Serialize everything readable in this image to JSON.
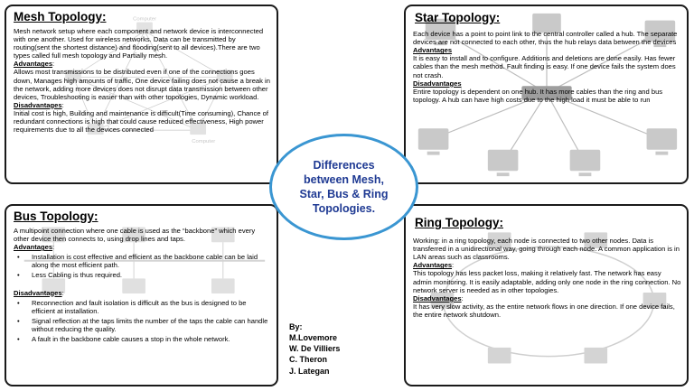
{
  "center": {
    "line1": "Differences",
    "line2": "between Mesh,",
    "line3": "Star, Bus & Ring",
    "line4": "Topologies."
  },
  "authors": {
    "heading": "By:",
    "names": [
      "M.Lovemore",
      "W. De Villiers",
      "C. Theron",
      "J. Lategan"
    ]
  },
  "mesh": {
    "title": "Mesh Topology:",
    "diagram_label_top": "Computer",
    "diagram_label_bottom": "Computer",
    "intro": "Mesh network setup where each component and network device is interconnected with one another. Used for wireless networks. Data can be transmitted by routing(sent the shortest distance) and flooding(sent to all devices).There are two types called full mesh topology and Partially mesh.",
    "advantages_heading": "Advantages",
    "advantages_colon": ":",
    "advantages": "Allows most transmissions to be distributed even if one of the connections goes down, Manages high amounts of traffic, One device failing does not cause a break in the network, adding more devices does not disrupt data transmission between other devices, Troubleshooting is easier than with other topologies, Dynamic workload.",
    "disadvantages_heading": "Disadvantages",
    "disadvantages_colon": ":",
    "disadvantages": "Initial cost is high, Building and maintenance is difficult(Time consuming), Chance of redundant connections is high that could cause reduced effectiveness, High power requirements due to all the devices connected"
  },
  "star": {
    "title": "Star Topology:",
    "intro": "Each device has a point to point link to the central controller called a hub. The separate devices are not connected to each other, thus the hub relays data between the devices",
    "advantages_heading": "Advantages",
    "advantages": "It is easy to install and to configure. Additions and deletions are done easily. Has fewer cables than the mesh method. Fault finding is easy. If one device fails the system does not crash.",
    "disadvantages_heading": "Disadvantages",
    "disadvantages": "Entire topology is dependent on one hub. It has more cables than the ring and bus topology. A hub can have high costs due to the high load it must be able to run"
  },
  "bus": {
    "title": "Bus Topology:",
    "intro": "A multipoint connection where one cable is used as the “backbone” which every other device then connects to, using drop lines and taps.",
    "advantages_heading": "Advantages",
    "advantages_colon": ":",
    "advantages": [
      "Installation is cost effective and efficient as the backbone cable can be laid along the most efficient path.",
      "Less Cabling is thus required."
    ],
    "disadvantages_heading": "Disadvantages",
    "disadvantages_colon": ":",
    "disadvantages": [
      "Reconnection and fault isolation is difficult as the bus is designed to be efficient at installation.",
      "Signal reflection at the taps limits the number of the taps the cable can handle without reducing the quality.",
      "A fault in the backbone cable causes a stop in the whole network."
    ]
  },
  "ring": {
    "title": "Ring Topology:",
    "intro": "Working: in a ring topology, each node is connected to two other nodes. Data is transferred in a unidirectional way, going through each node. A common application is in LAN areas such as classrooms.",
    "advantages_heading": "Advantages",
    "advantages_colon": ":",
    "advantages": "This topology has less packet loss, making it relatively fast. The network has easy admin monitoring. It is easily adaptable, adding only one node in the ring connection. No network server is needed as in other topologies.",
    "disadvantages_heading": "Disadvantages",
    "disadvantages_colon": ":",
    "disadvantages": "It has very slow activity, as the entire network flows in one direction. If one device fails, the entire network shutdown."
  }
}
